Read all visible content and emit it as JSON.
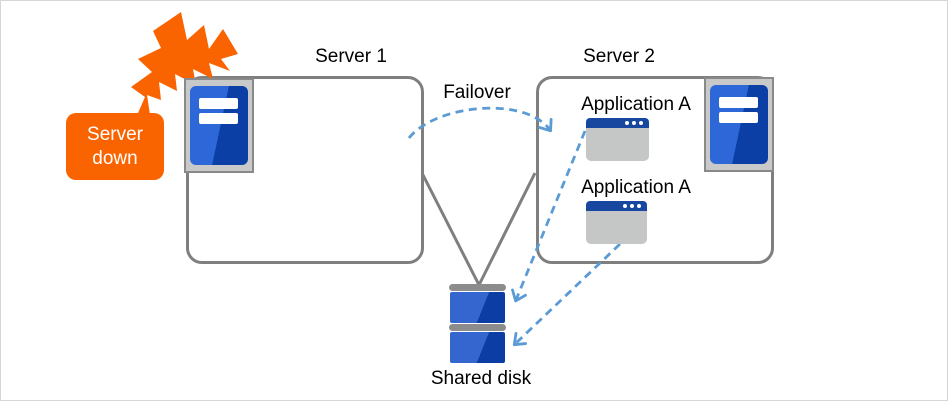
{
  "alert": {
    "label": "Server down"
  },
  "server1": {
    "title": "Server 1"
  },
  "server2": {
    "title": "Server 2",
    "applications": [
      "Application A",
      "Application A"
    ]
  },
  "failover": {
    "label": "Failover"
  },
  "shared_disk": {
    "label": "Shared disk"
  },
  "icons": {
    "alert_burst": "explosion-bolt-icon",
    "server1_unit": "server-icon",
    "server2_unit": "server-icon",
    "application_windows": "application-window-icon",
    "storage": "shared-disk-icon"
  },
  "colors": {
    "alert_orange": "#FA6400",
    "connector_gray": "#7F7F7F",
    "dashed_arrow_blue": "#5B9BD5",
    "icon_blue_light": "#2E68D8",
    "icon_blue_dark": "#0B3FA6",
    "window_titlebar_blue": "#17479E",
    "window_body_gray": "#C5C6C6",
    "icon_frame_gray": "#C9C9C9",
    "text": "#000000"
  }
}
